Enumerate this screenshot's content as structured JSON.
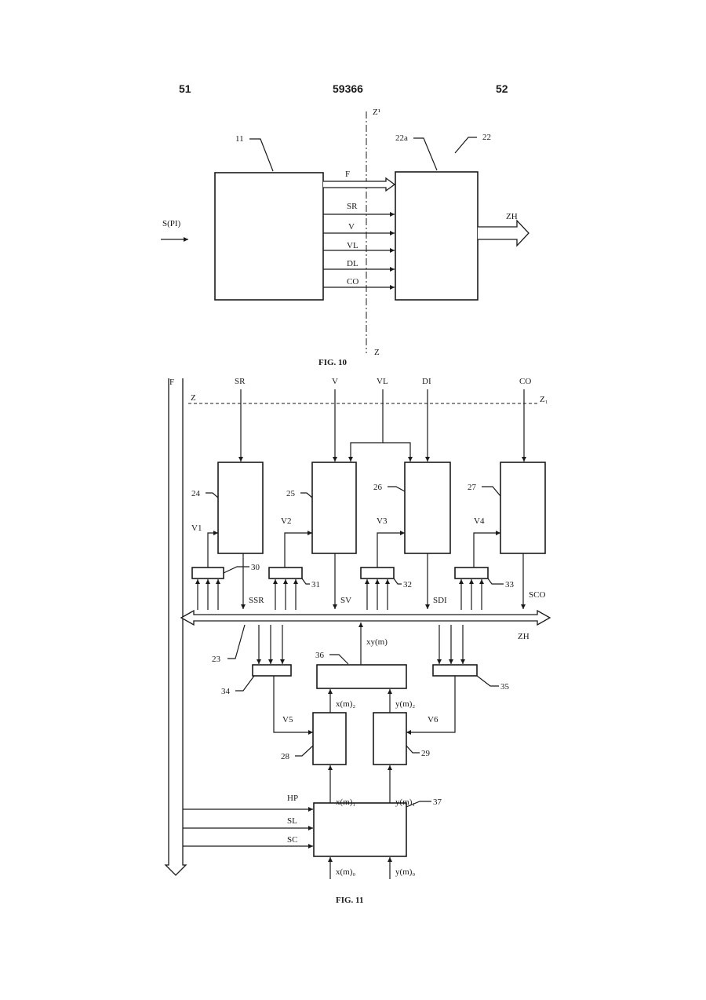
{
  "header": {
    "left": "51",
    "center": "59366",
    "right": "52"
  },
  "fig10": {
    "caption": "FIG. 10",
    "axis_top": "Z¹",
    "axis_bottom": "Z",
    "ref_left_block": "11",
    "ref_right_block": "22a",
    "ref_unit": "22",
    "input": "S(PI)",
    "output": "ZH",
    "signals": [
      "F",
      "SR",
      "V",
      "VL",
      "DL",
      "CO"
    ]
  },
  "fig11": {
    "caption": "FIG. 11",
    "top_inputs": {
      "F": "F",
      "SR": "SR",
      "V": "V",
      "VL": "VL",
      "DI": "DI",
      "CO": "CO"
    },
    "line_z_left": "Z",
    "line_z_right": "Z₁",
    "blocks": {
      "b24": "24",
      "b25": "25",
      "b26": "26",
      "b27": "27",
      "b28": "28",
      "b29": "29",
      "b36": "36",
      "b37": "37"
    },
    "registers": {
      "r30": "30",
      "r31": "31",
      "r32": "32",
      "r33": "33",
      "r34": "34",
      "r35": "35"
    },
    "bus_ref": "23",
    "bus_name": "ZH",
    "validation": {
      "v1": "V1",
      "v2": "V2",
      "v3": "V3",
      "v4": "V4",
      "v5": "V5",
      "v6": "V6"
    },
    "outputs": {
      "ssr": "SSR",
      "sv": "SV",
      "sdi": "SDI",
      "sco": "SCO"
    },
    "xy": "xy(m)",
    "x2": "x(m)₂",
    "y2": "y(m)₂",
    "x1": "x(m)₁",
    "y1": "y(m)₁",
    "x0": "x(m)₀",
    "y0": "y(m)₀",
    "clocks": {
      "hp": "HP",
      "sl": "SL",
      "sc": "SC"
    }
  }
}
